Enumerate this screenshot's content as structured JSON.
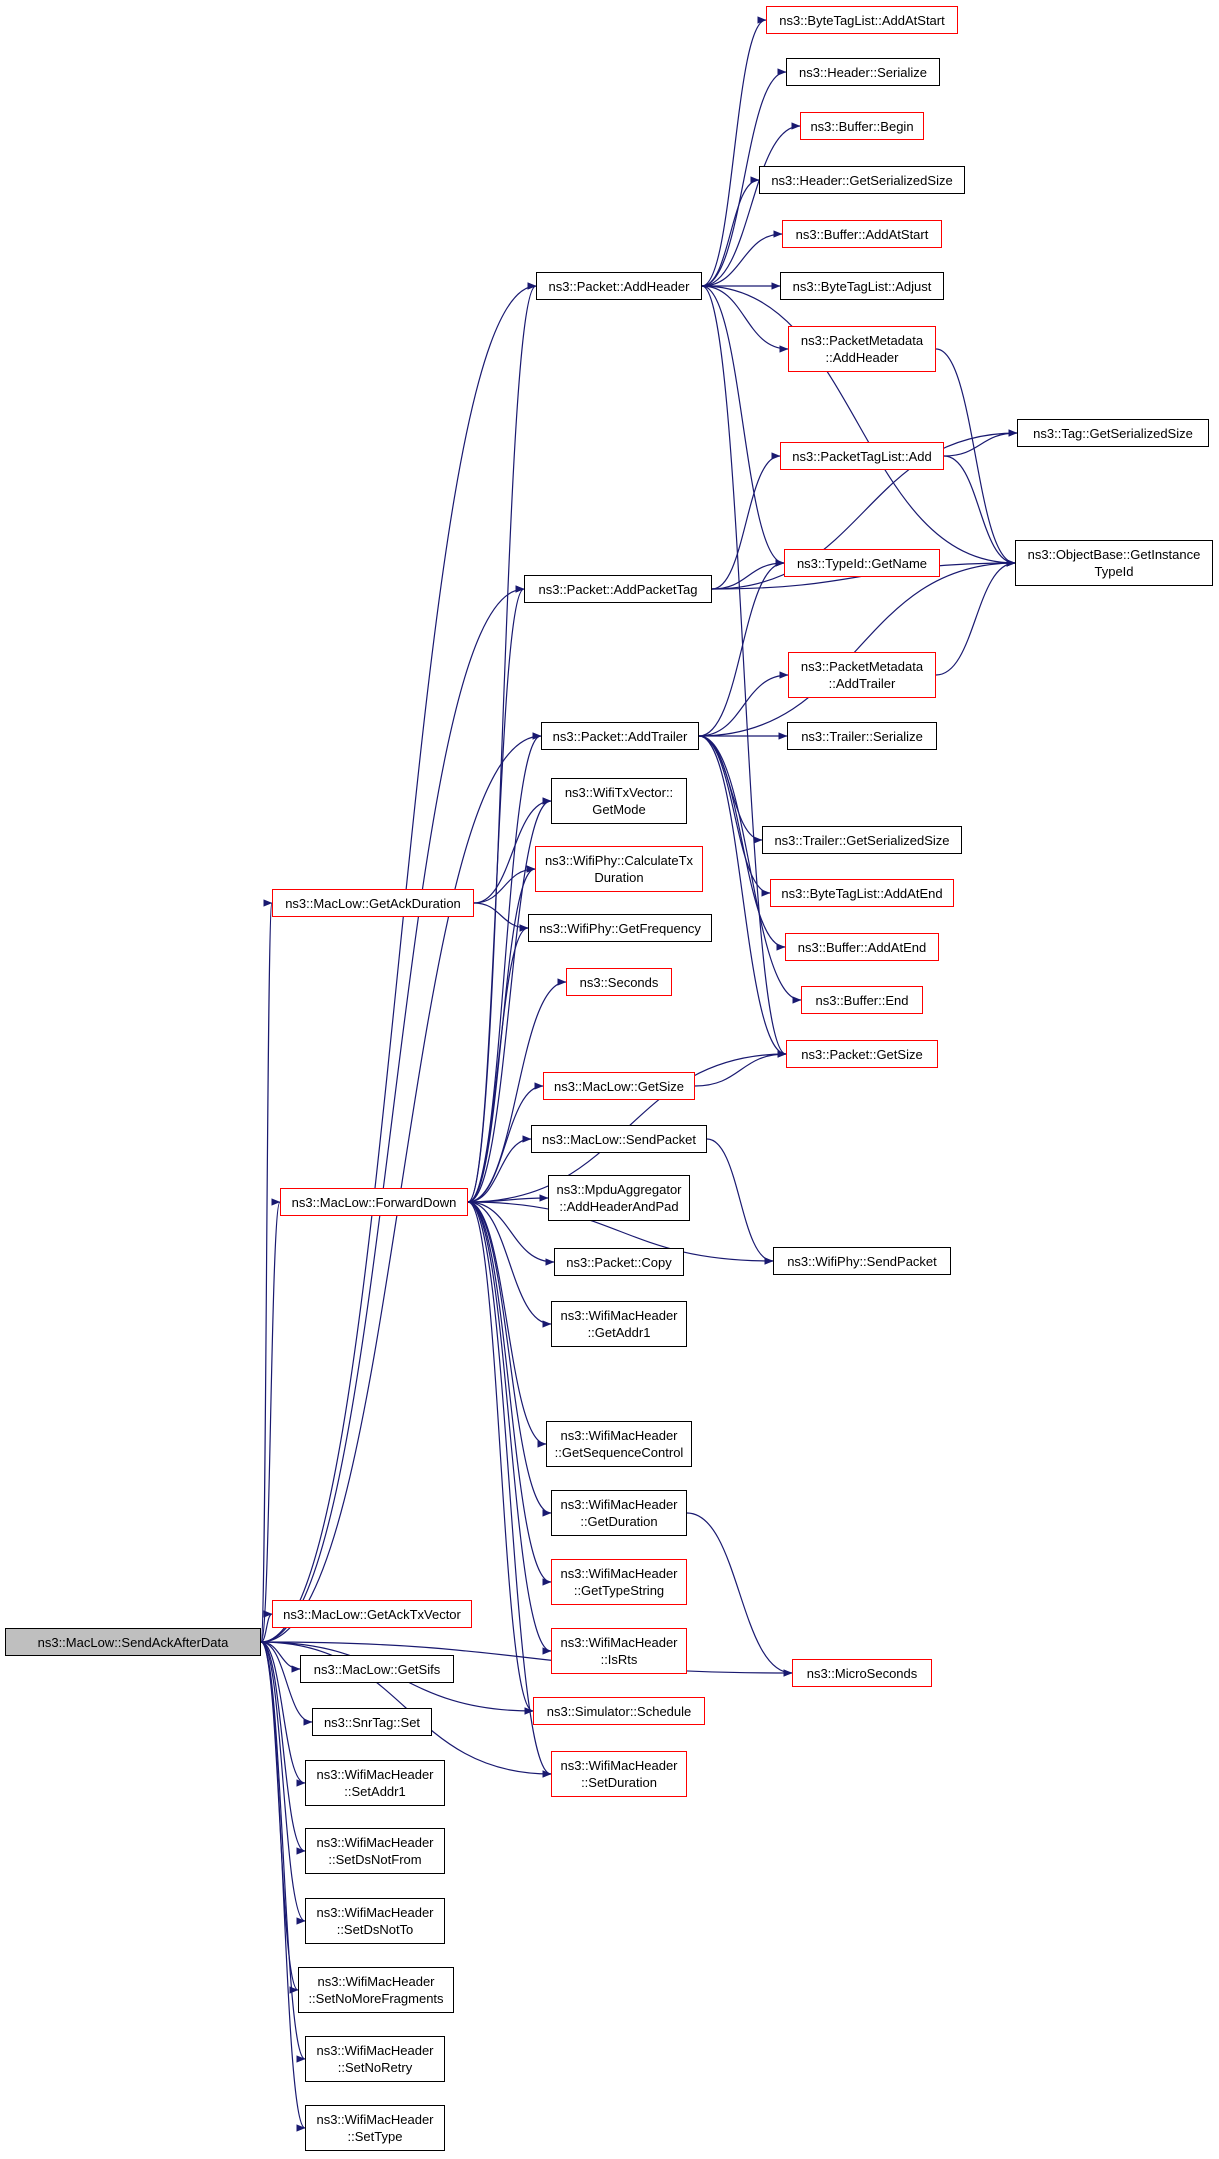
{
  "colors": {
    "edge": "#191970",
    "truncated_border": "#ff0000",
    "normal_border": "#000000",
    "root_fill": "#bfbfbf"
  },
  "nodes": [
    {
      "id": "SendAckAfterData",
      "lines": [
        "ns3::MacLow::SendAckAfterData"
      ],
      "style": "root"
    },
    {
      "id": "GetAckDuration",
      "lines": [
        "ns3::MacLow::GetAckDuration"
      ],
      "style": "red"
    },
    {
      "id": "ForwardDown",
      "lines": [
        "ns3::MacLow::ForwardDown"
      ],
      "style": "red"
    },
    {
      "id": "GetAckTxVector",
      "lines": [
        "ns3::MacLow::GetAckTxVector"
      ],
      "style": "red"
    },
    {
      "id": "GetSifs",
      "lines": [
        "ns3::MacLow::GetSifs"
      ],
      "style": "black"
    },
    {
      "id": "SnrTagSet",
      "lines": [
        "ns3::SnrTag::Set"
      ],
      "style": "black"
    },
    {
      "id": "SetAddr1",
      "lines": [
        "ns3::WifiMacHeader",
        "::SetAddr1"
      ],
      "style": "black"
    },
    {
      "id": "SetDsNotFrom",
      "lines": [
        "ns3::WifiMacHeader",
        "::SetDsNotFrom"
      ],
      "style": "black"
    },
    {
      "id": "SetDsNotTo",
      "lines": [
        "ns3::WifiMacHeader",
        "::SetDsNotTo"
      ],
      "style": "black"
    },
    {
      "id": "SetNoMoreFragments",
      "lines": [
        "ns3::WifiMacHeader",
        "::SetNoMoreFragments"
      ],
      "style": "black"
    },
    {
      "id": "SetNoRetry",
      "lines": [
        "ns3::WifiMacHeader",
        "::SetNoRetry"
      ],
      "style": "black"
    },
    {
      "id": "SetType",
      "lines": [
        "ns3::WifiMacHeader",
        "::SetType"
      ],
      "style": "black"
    },
    {
      "id": "AddHeader",
      "lines": [
        "ns3::Packet::AddHeader"
      ],
      "style": "black"
    },
    {
      "id": "AddPacketTag",
      "lines": [
        "ns3::Packet::AddPacketTag"
      ],
      "style": "black"
    },
    {
      "id": "AddTrailer",
      "lines": [
        "ns3::Packet::AddTrailer"
      ],
      "style": "black"
    },
    {
      "id": "GetMode",
      "lines": [
        "ns3::WifiTxVector::",
        "GetMode"
      ],
      "style": "black"
    },
    {
      "id": "CalculateTxDuration",
      "lines": [
        "ns3::WifiPhy::CalculateTx",
        "Duration"
      ],
      "style": "red"
    },
    {
      "id": "GetFrequency",
      "lines": [
        "ns3::WifiPhy::GetFrequency"
      ],
      "style": "black"
    },
    {
      "id": "Seconds",
      "lines": [
        "ns3::Seconds"
      ],
      "style": "red"
    },
    {
      "id": "MacLowGetSize",
      "lines": [
        "ns3::MacLow::GetSize"
      ],
      "style": "red"
    },
    {
      "id": "MacLowSendPacket",
      "lines": [
        "ns3::MacLow::SendPacket"
      ],
      "style": "black"
    },
    {
      "id": "AddHeaderAndPad",
      "lines": [
        "ns3::MpduAggregator",
        "::AddHeaderAndPad"
      ],
      "style": "black"
    },
    {
      "id": "PacketCopy",
      "lines": [
        "ns3::Packet::Copy"
      ],
      "style": "black"
    },
    {
      "id": "GetAddr1",
      "lines": [
        "ns3::WifiMacHeader",
        "::GetAddr1"
      ],
      "style": "black"
    },
    {
      "id": "GetSequenceControl",
      "lines": [
        "ns3::WifiMacHeader",
        "::GetSequenceControl"
      ],
      "style": "black"
    },
    {
      "id": "GetDuration",
      "lines": [
        "ns3::WifiMacHeader",
        "::GetDuration"
      ],
      "style": "black"
    },
    {
      "id": "GetTypeString",
      "lines": [
        "ns3::WifiMacHeader",
        "::GetTypeString"
      ],
      "style": "red"
    },
    {
      "id": "IsRts",
      "lines": [
        "ns3::WifiMacHeader",
        "::IsRts"
      ],
      "style": "red"
    },
    {
      "id": "Schedule",
      "lines": [
        "ns3::Simulator::Schedule"
      ],
      "style": "red"
    },
    {
      "id": "SetDuration",
      "lines": [
        "ns3::WifiMacHeader",
        "::SetDuration"
      ],
      "style": "red"
    },
    {
      "id": "ByteTagListAddAtStart",
      "lines": [
        "ns3::ByteTagList::AddAtStart"
      ],
      "style": "red"
    },
    {
      "id": "HeaderSerialize",
      "lines": [
        "ns3::Header::Serialize"
      ],
      "style": "black"
    },
    {
      "id": "BufferBegin",
      "lines": [
        "ns3::Buffer::Begin"
      ],
      "style": "red"
    },
    {
      "id": "HeaderGetSerializedSize",
      "lines": [
        "ns3::Header::GetSerializedSize"
      ],
      "style": "black"
    },
    {
      "id": "BufferAddAtStart",
      "lines": [
        "ns3::Buffer::AddAtStart"
      ],
      "style": "red"
    },
    {
      "id": "ByteTagListAdjust",
      "lines": [
        "ns3::ByteTagList::Adjust"
      ],
      "style": "black"
    },
    {
      "id": "PacketMetadataAddHeader",
      "lines": [
        "ns3::PacketMetadata",
        "::AddHeader"
      ],
      "style": "red"
    },
    {
      "id": "TagGetSerializedSize",
      "lines": [
        "ns3::Tag::GetSerializedSize"
      ],
      "style": "black"
    },
    {
      "id": "PacketTagListAdd",
      "lines": [
        "ns3::PacketTagList::Add"
      ],
      "style": "red"
    },
    {
      "id": "GetInstanceTypeId",
      "lines": [
        "ns3::ObjectBase::GetInstance",
        "TypeId"
      ],
      "style": "black"
    },
    {
      "id": "TypeIdGetName",
      "lines": [
        "ns3::TypeId::GetName"
      ],
      "style": "red"
    },
    {
      "id": "PacketMetadataAddTrailer",
      "lines": [
        "ns3::PacketMetadata",
        "::AddTrailer"
      ],
      "style": "red"
    },
    {
      "id": "TrailerSerialize",
      "lines": [
        "ns3::Trailer::Serialize"
      ],
      "style": "black"
    },
    {
      "id": "TrailerGetSerializedSize",
      "lines": [
        "ns3::Trailer::GetSerializedSize"
      ],
      "style": "black"
    },
    {
      "id": "ByteTagListAddAtEnd",
      "lines": [
        "ns3::ByteTagList::AddAtEnd"
      ],
      "style": "red"
    },
    {
      "id": "BufferAddAtEnd",
      "lines": [
        "ns3::Buffer::AddAtEnd"
      ],
      "style": "red"
    },
    {
      "id": "BufferEnd",
      "lines": [
        "ns3::Buffer::End"
      ],
      "style": "red"
    },
    {
      "id": "PacketGetSize",
      "lines": [
        "ns3::Packet::GetSize"
      ],
      "style": "red"
    },
    {
      "id": "WifiPhySendPacket",
      "lines": [
        "ns3::WifiPhy::SendPacket"
      ],
      "style": "black"
    },
    {
      "id": "MicroSeconds",
      "lines": [
        "ns3::MicroSeconds"
      ],
      "style": "red"
    }
  ],
  "edges": [
    [
      "SendAckAfterData",
      "AddHeader"
    ],
    [
      "SendAckAfterData",
      "AddPacketTag"
    ],
    [
      "SendAckAfterData",
      "AddTrailer"
    ],
    [
      "SendAckAfterData",
      "GetAckDuration"
    ],
    [
      "SendAckAfterData",
      "ForwardDown"
    ],
    [
      "SendAckAfterData",
      "GetAckTxVector"
    ],
    [
      "SendAckAfterData",
      "GetSifs"
    ],
    [
      "SendAckAfterData",
      "SnrTagSet"
    ],
    [
      "SendAckAfterData",
      "SetAddr1"
    ],
    [
      "SendAckAfterData",
      "SetDsNotFrom"
    ],
    [
      "SendAckAfterData",
      "SetDsNotTo"
    ],
    [
      "SendAckAfterData",
      "SetNoMoreFragments"
    ],
    [
      "SendAckAfterData",
      "SetNoRetry"
    ],
    [
      "SendAckAfterData",
      "SetType"
    ],
    [
      "SendAckAfterData",
      "Schedule"
    ],
    [
      "SendAckAfterData",
      "SetDuration"
    ],
    [
      "SendAckAfterData",
      "MicroSeconds"
    ],
    [
      "GetAckDuration",
      "GetMode"
    ],
    [
      "GetAckDuration",
      "CalculateTxDuration"
    ],
    [
      "GetAckDuration",
      "GetFrequency"
    ],
    [
      "ForwardDown",
      "AddHeader"
    ],
    [
      "ForwardDown",
      "AddPacketTag"
    ],
    [
      "ForwardDown",
      "AddTrailer"
    ],
    [
      "ForwardDown",
      "GetMode"
    ],
    [
      "ForwardDown",
      "CalculateTxDuration"
    ],
    [
      "ForwardDown",
      "GetFrequency"
    ],
    [
      "ForwardDown",
      "Seconds"
    ],
    [
      "ForwardDown",
      "PacketGetSize"
    ],
    [
      "ForwardDown",
      "MacLowGetSize"
    ],
    [
      "ForwardDown",
      "MacLowSendPacket"
    ],
    [
      "ForwardDown",
      "AddHeaderAndPad"
    ],
    [
      "ForwardDown",
      "PacketCopy"
    ],
    [
      "ForwardDown",
      "GetAddr1"
    ],
    [
      "ForwardDown",
      "WifiPhySendPacket"
    ],
    [
      "ForwardDown",
      "GetSequenceControl"
    ],
    [
      "ForwardDown",
      "GetDuration"
    ],
    [
      "ForwardDown",
      "GetTypeString"
    ],
    [
      "ForwardDown",
      "IsRts"
    ],
    [
      "ForwardDown",
      "Schedule"
    ],
    [
      "ForwardDown",
      "SetDuration"
    ],
    [
      "AddHeader",
      "ByteTagListAddAtStart"
    ],
    [
      "AddHeader",
      "HeaderSerialize"
    ],
    [
      "AddHeader",
      "BufferBegin"
    ],
    [
      "AddHeader",
      "HeaderGetSerializedSize"
    ],
    [
      "AddHeader",
      "BufferAddAtStart"
    ],
    [
      "AddHeader",
      "ByteTagListAdjust"
    ],
    [
      "AddHeader",
      "PacketMetadataAddHeader"
    ],
    [
      "AddHeader",
      "TypeIdGetName"
    ],
    [
      "AddHeader",
      "GetInstanceTypeId"
    ],
    [
      "AddHeader",
      "PacketGetSize"
    ],
    [
      "PacketMetadataAddHeader",
      "GetInstanceTypeId"
    ],
    [
      "AddPacketTag",
      "TagGetSerializedSize"
    ],
    [
      "AddPacketTag",
      "PacketTagListAdd"
    ],
    [
      "AddPacketTag",
      "TypeIdGetName"
    ],
    [
      "AddPacketTag",
      "GetInstanceTypeId"
    ],
    [
      "PacketTagListAdd",
      "TagGetSerializedSize"
    ],
    [
      "PacketTagListAdd",
      "GetInstanceTypeId"
    ],
    [
      "AddTrailer",
      "TypeIdGetName"
    ],
    [
      "AddTrailer",
      "PacketMetadataAddTrailer"
    ],
    [
      "AddTrailer",
      "TrailerSerialize"
    ],
    [
      "AddTrailer",
      "GetInstanceTypeId"
    ],
    [
      "AddTrailer",
      "TrailerGetSerializedSize"
    ],
    [
      "AddTrailer",
      "ByteTagListAddAtEnd"
    ],
    [
      "AddTrailer",
      "BufferAddAtEnd"
    ],
    [
      "AddTrailer",
      "BufferEnd"
    ],
    [
      "AddTrailer",
      "PacketGetSize"
    ],
    [
      "PacketMetadataAddTrailer",
      "GetInstanceTypeId"
    ],
    [
      "MacLowGetSize",
      "PacketGetSize"
    ],
    [
      "MacLowSendPacket",
      "WifiPhySendPacket"
    ],
    [
      "GetDuration",
      "MicroSeconds"
    ]
  ]
}
